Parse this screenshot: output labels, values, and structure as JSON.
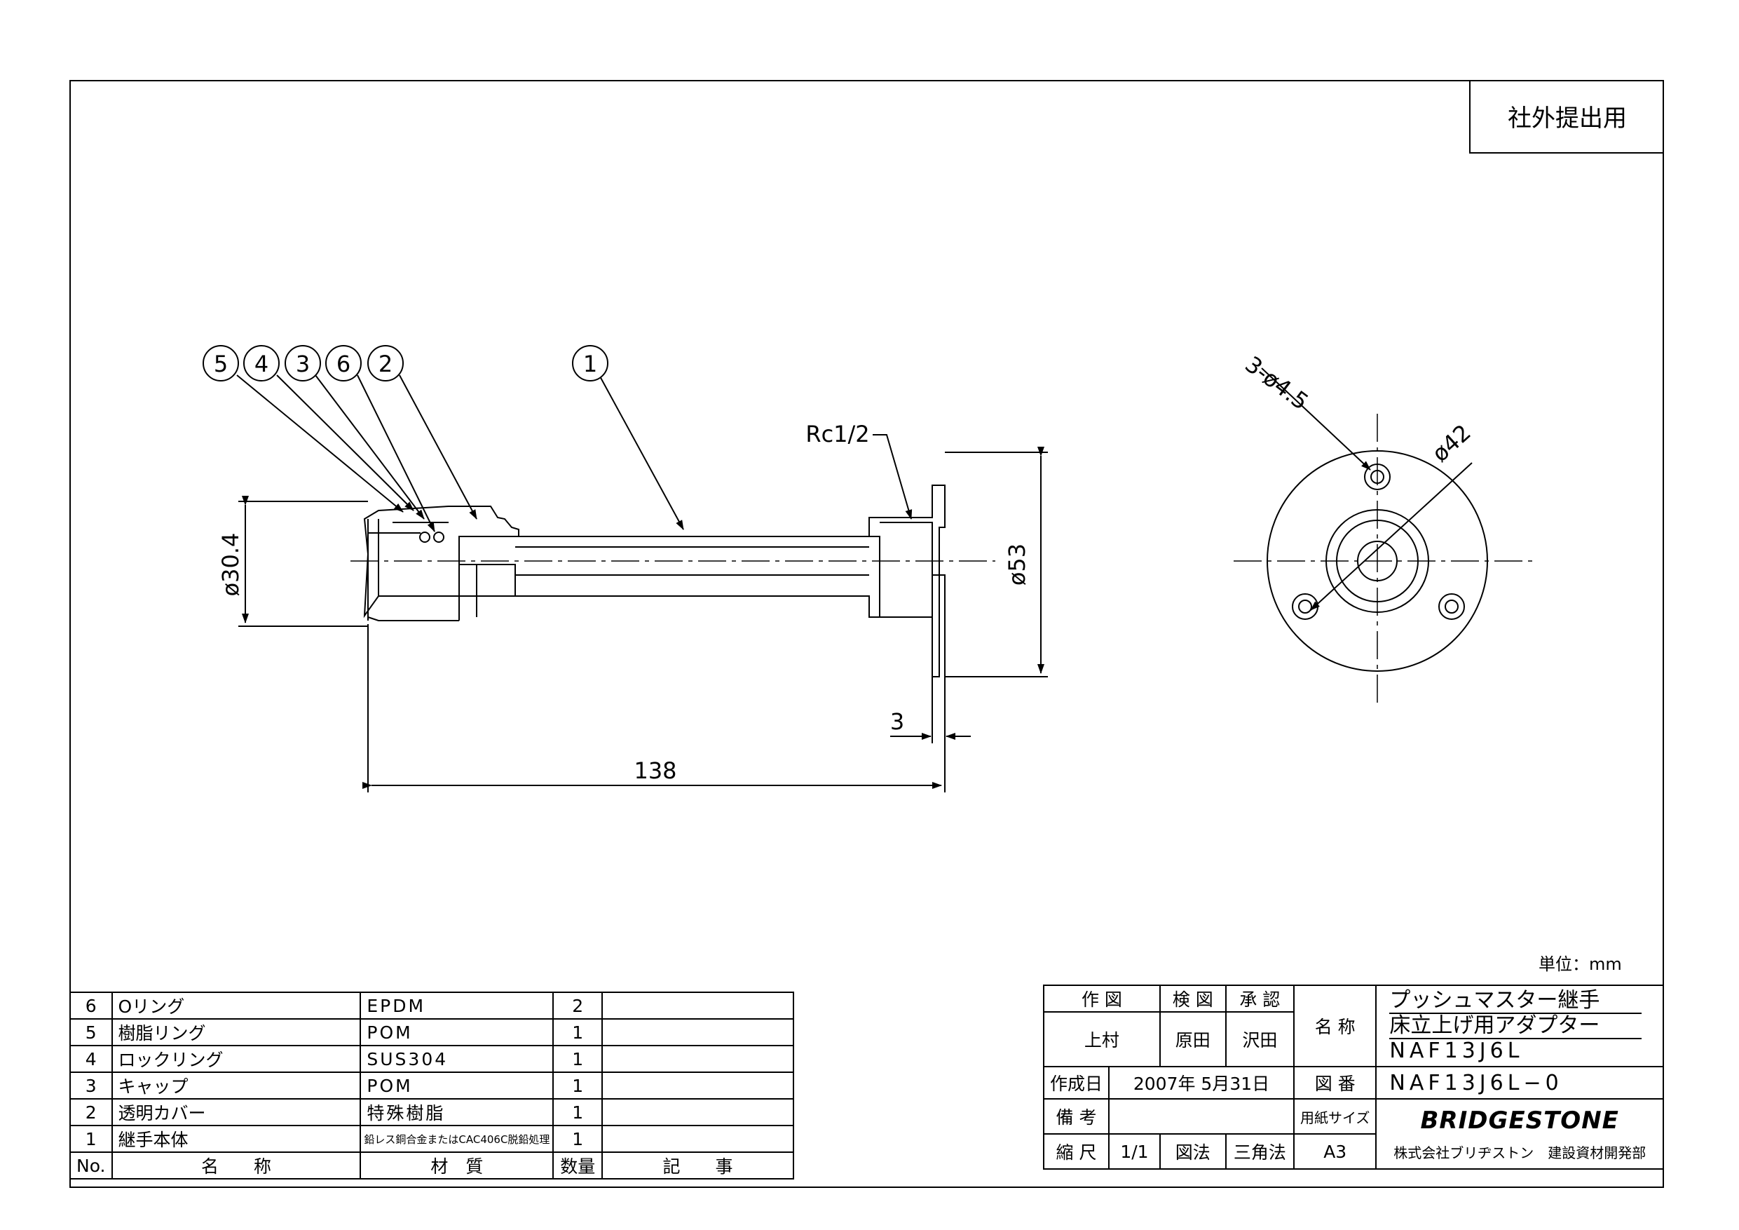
{
  "stamp": "社外提出用",
  "unit": "単位：mm",
  "drawing": {
    "balloons": [
      "5",
      "4",
      "3",
      "6",
      "2",
      "1"
    ],
    "dim_phi304": "ø30.4",
    "dim_phi53": "ø53",
    "dim_138": "138",
    "dim_3": "3",
    "label_rc": "Rc1/2",
    "label_holes": "3-ø4.5",
    "label_phi42": "ø42"
  },
  "parts": {
    "rows": [
      {
        "no": "6",
        "name": "Oリング",
        "material": "EPDM",
        "qty": "2",
        "note": ""
      },
      {
        "no": "5",
        "name": "樹脂リング",
        "material": "POM",
        "qty": "1",
        "note": ""
      },
      {
        "no": "4",
        "name": "ロックリング",
        "material": "SUS304",
        "qty": "1",
        "note": ""
      },
      {
        "no": "3",
        "name": "キャップ",
        "material": "POM",
        "qty": "1",
        "note": ""
      },
      {
        "no": "2",
        "name": "透明カバー",
        "material": "特殊樹脂",
        "qty": "1",
        "note": ""
      },
      {
        "no": "1",
        "name": "継手本体",
        "material": "鉛レス銅合金またはCAC406C脱鉛処理",
        "qty": "1",
        "note": ""
      }
    ],
    "header": {
      "no": "No.",
      "name": "名　　称",
      "material": "材　質",
      "qty": "数量",
      "note": "記　　事"
    }
  },
  "titleblock": {
    "h_drawn": "作 図",
    "h_checked": "検 図",
    "h_approved": "承 認",
    "drawn": "上村",
    "checked": "原田",
    "approved": "沢田",
    "name_label": "名 称",
    "name_line1": "プッシュマスター継手",
    "name_line2": "床立上げ用アダプター",
    "name_line3": "NAF13J6L",
    "created_label": "作成日",
    "created": "2007年 5月31日",
    "drawing_no_label": "図 番",
    "drawing_no": "NAF13J6L−0",
    "remarks_label": "備 考",
    "paper_label": "用紙サイズ",
    "scale_label": "縮 尺",
    "scale": "1/1",
    "method_label": "図法",
    "method": "三角法",
    "paper": "A3",
    "brand": "BRIDGESTONE",
    "company": "株式会社ブリヂストン　建設資材開発部"
  }
}
